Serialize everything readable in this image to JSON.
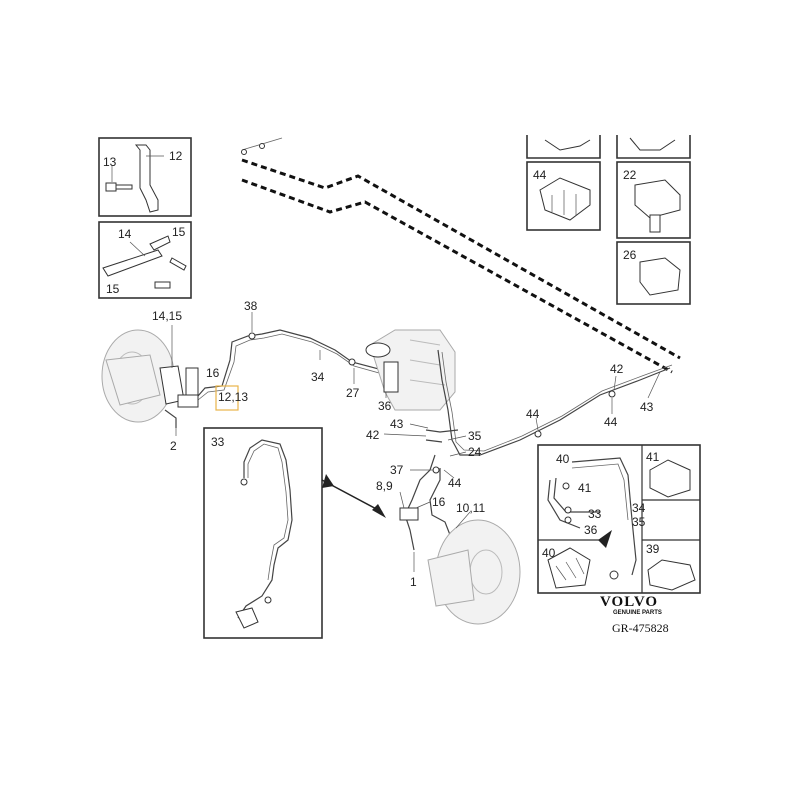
{
  "labels": {
    "l13a": "13",
    "l12a": "12",
    "l14b": "14",
    "l15b": "15",
    "l15c": "15",
    "l44box": "44",
    "l22box": "22",
    "l26box": "26",
    "l1415": "14,15",
    "l38": "38",
    "l16a": "16",
    "l1213": "12,13",
    "l2": "2",
    "l34": "34",
    "l27": "27",
    "l36": "36",
    "l42top": "42",
    "l43right": "43",
    "l44right": "44",
    "l44mid": "44",
    "l43mid": "43",
    "l42mid": "42",
    "l35": "35",
    "l24": "24",
    "l37": "37",
    "l44low": "44",
    "l89": "8,9",
    "l16b": "16",
    "l1011": "10,11",
    "l1": "1",
    "l33inset": "33",
    "l40": "40",
    "l41": "41",
    "l41box": "41",
    "l34r": "34",
    "l33r": "33",
    "l36r": "36",
    "l35r": "35",
    "l40box": "40",
    "l39box": "39"
  },
  "brand": {
    "name": "VOLVO",
    "tagline": "GENUINE PARTS"
  },
  "figure_code": "GR-475828"
}
